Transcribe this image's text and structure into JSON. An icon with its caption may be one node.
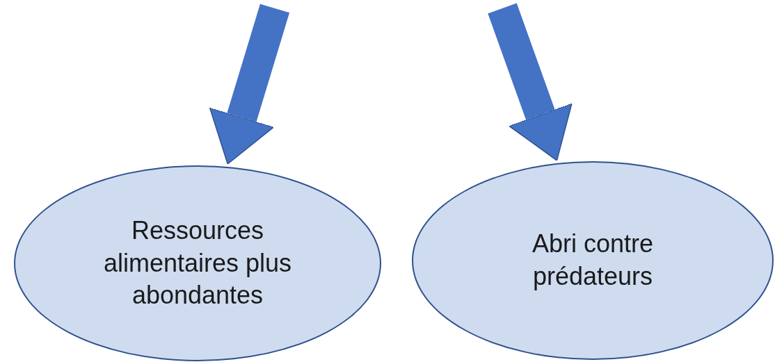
{
  "diagram": {
    "nodes": [
      {
        "text": [
          "Ressources alimentaires plus abondantes"
        ]
      },
      {
        "text": [
          "Abri contre prédateurs"
        ]
      }
    ],
    "edges": [
      {
        "from": null,
        "to": 0,
        "arrow": "to"
      },
      {
        "from": null,
        "to": 1,
        "arrow": "to"
      }
    ]
  }
}
